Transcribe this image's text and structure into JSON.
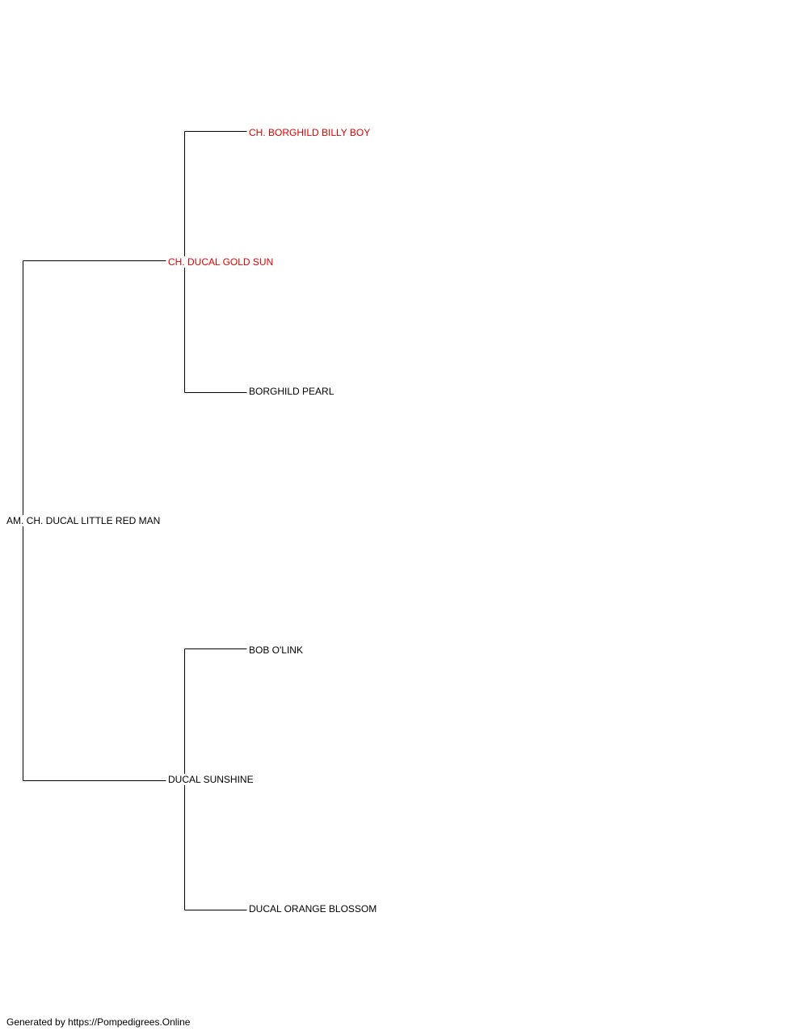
{
  "pedigree": {
    "root": {
      "name": "AM. CH. DUCAL LITTLE RED MAN",
      "highlight": false
    },
    "sire": {
      "name": "CH. DUCAL GOLD SUN",
      "highlight": true
    },
    "dam": {
      "name": "DUCAL SUNSHINE",
      "highlight": false
    },
    "sire_sire": {
      "name": "CH. BORGHILD BILLY BOY",
      "highlight": true
    },
    "sire_dam": {
      "name": "BORGHILD PEARL",
      "highlight": false
    },
    "dam_sire": {
      "name": "BOB O'LINK",
      "highlight": false
    },
    "dam_dam": {
      "name": "DUCAL ORANGE BLOSSOM",
      "highlight": false
    }
  },
  "colors": {
    "highlight": "#e00000",
    "normal": "#000000",
    "line": "#000000"
  },
  "footer": {
    "text": "Generated by https://Pompedigrees.Online"
  }
}
